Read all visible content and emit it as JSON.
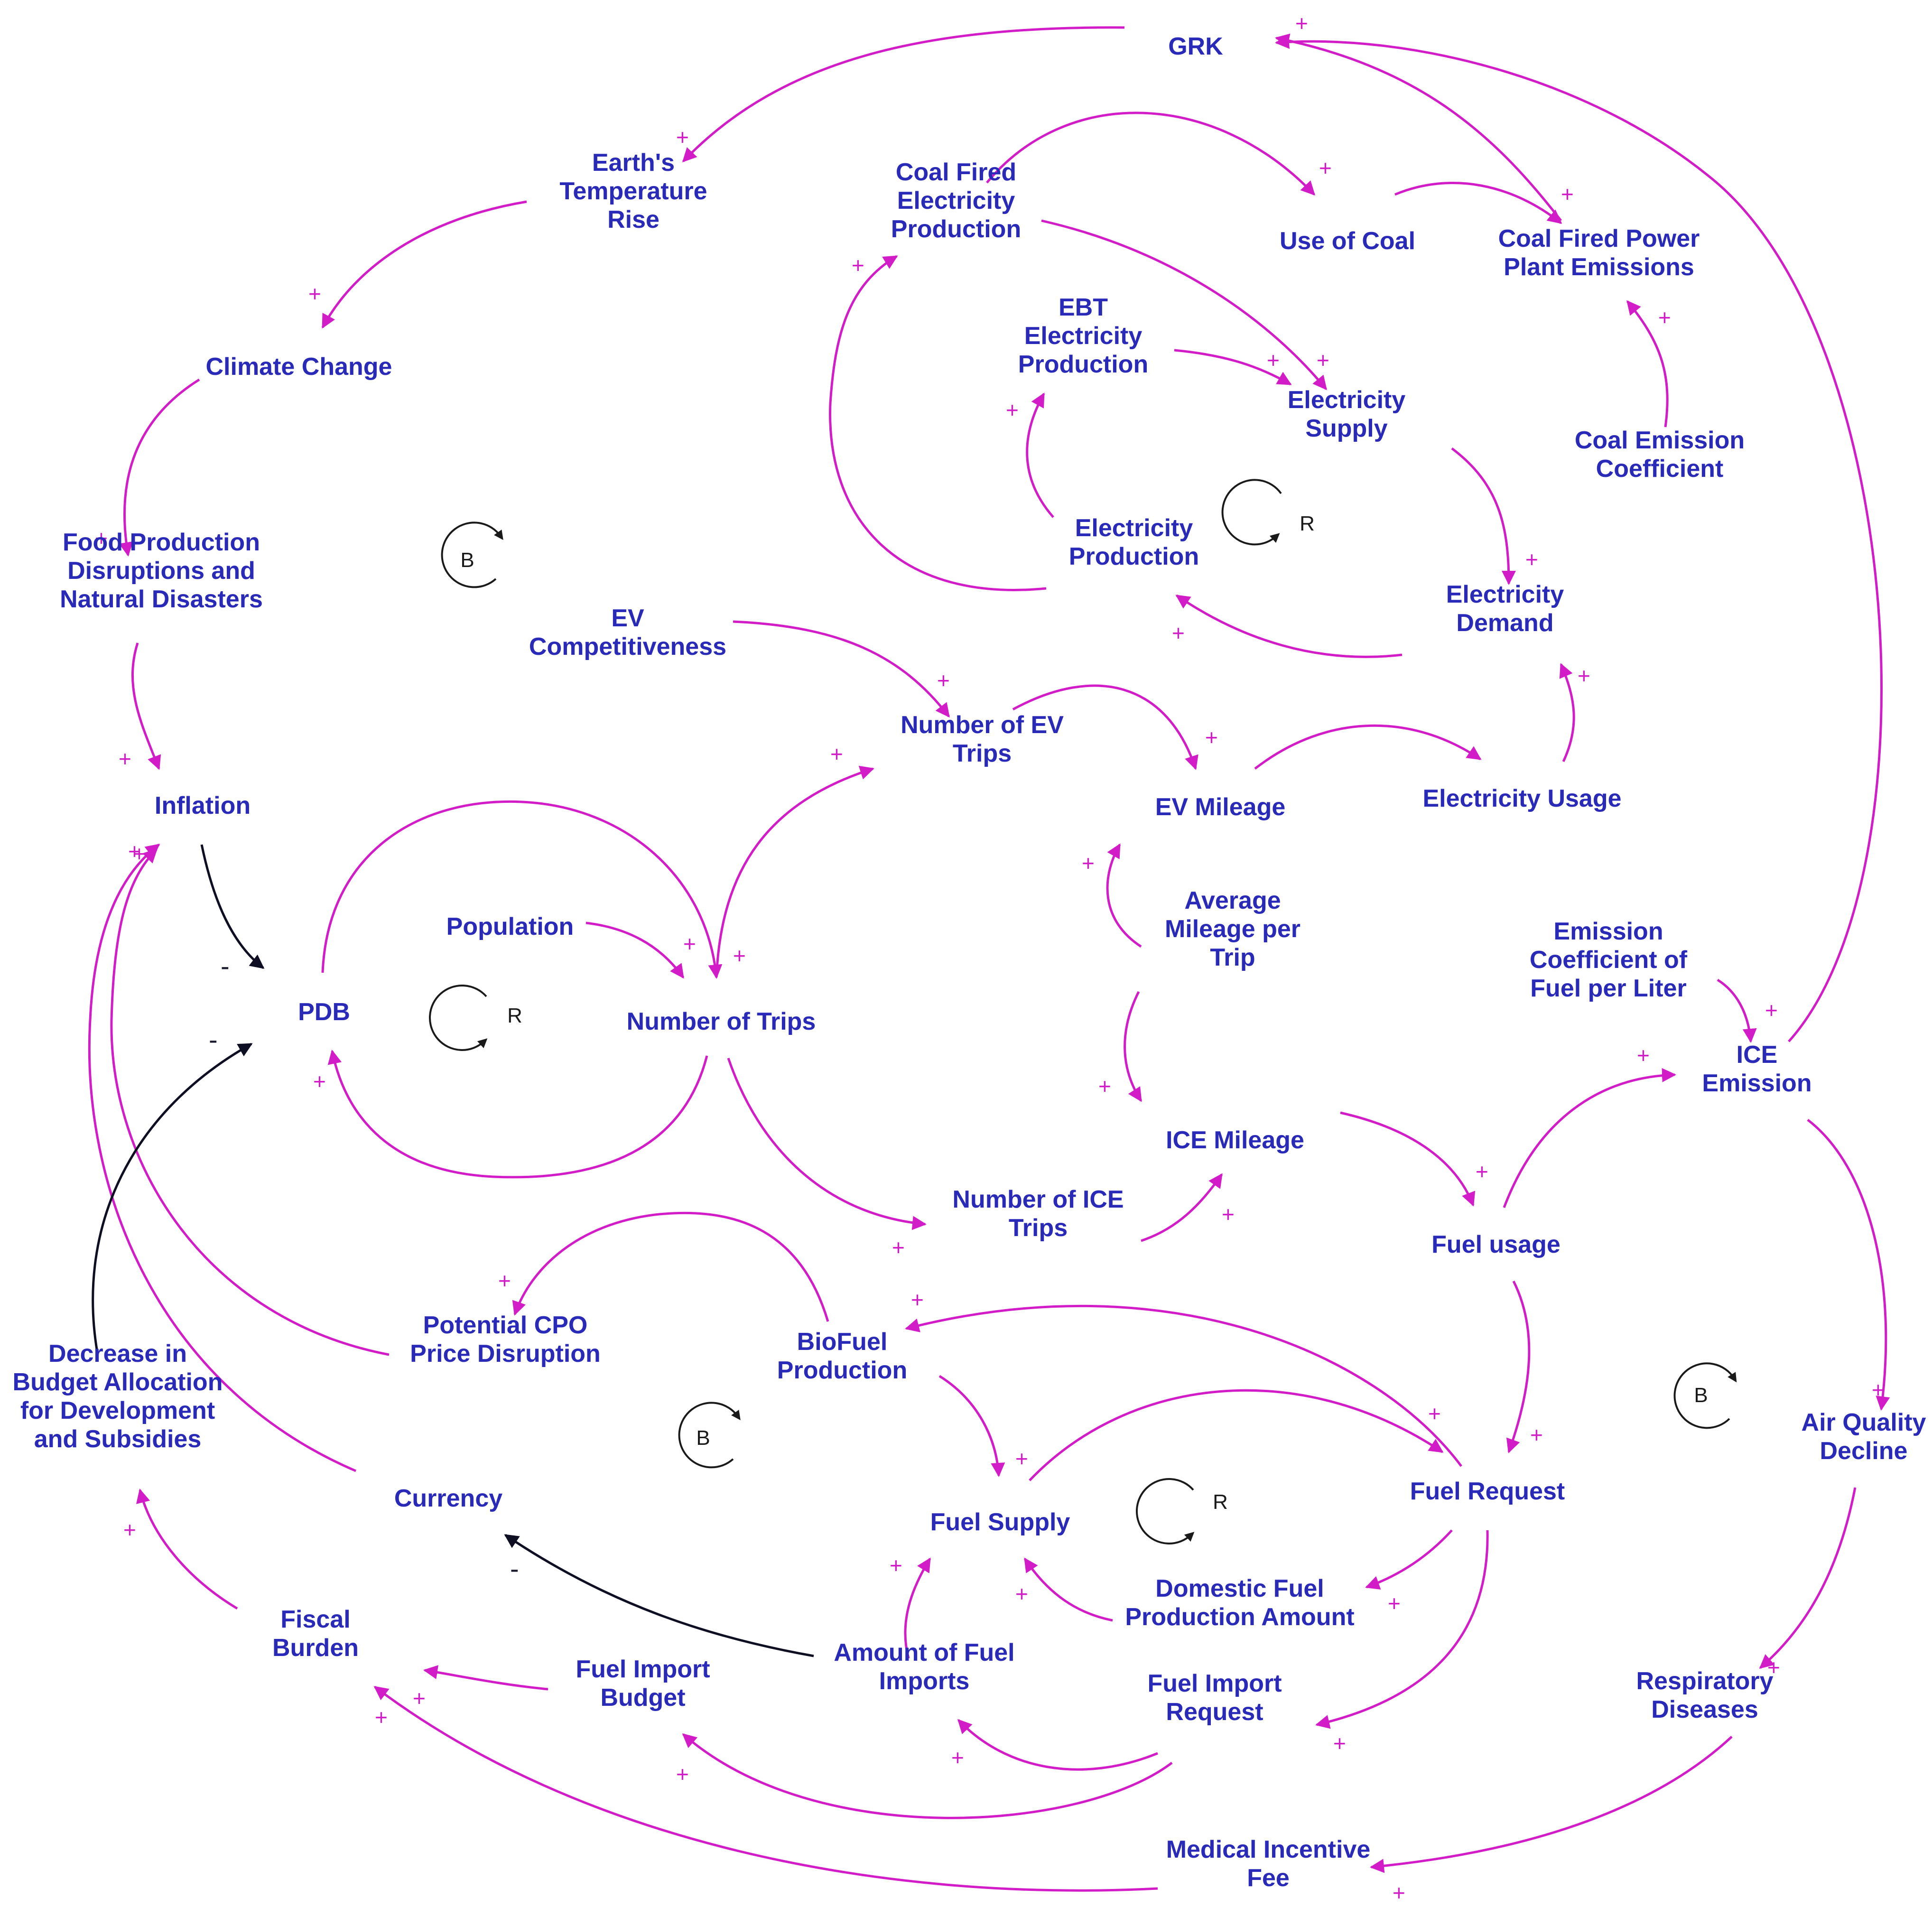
{
  "colors": {
    "node_text": "#2a2ab8",
    "positive_link": "#d21cc8",
    "negative_link": "#0f0f24",
    "loop_marker": "#1a1a1a"
  },
  "nodes": {
    "grk": {
      "lines": [
        "GRK"
      ]
    },
    "earth_temp": {
      "lines": [
        "Earth's",
        "Temperature",
        "Rise"
      ]
    },
    "climate_change": {
      "lines": [
        "Climate Change"
      ]
    },
    "food_production": {
      "lines": [
        "Food Production",
        "Disruptions and",
        "Natural Disasters"
      ]
    },
    "inflation": {
      "lines": [
        "Inflation"
      ]
    },
    "pdb": {
      "lines": [
        "PDB"
      ]
    },
    "population": {
      "lines": [
        "Population"
      ]
    },
    "number_of_trips": {
      "lines": [
        "Number of Trips"
      ]
    },
    "ev_competitiveness": {
      "lines": [
        "EV",
        "Competitiveness"
      ]
    },
    "number_ev_trips": {
      "lines": [
        "Number of EV",
        "Trips"
      ]
    },
    "ev_mileage": {
      "lines": [
        "EV Mileage"
      ]
    },
    "electricity_usage": {
      "lines": [
        "Electricity Usage"
      ]
    },
    "electricity_demand": {
      "lines": [
        "Electricity",
        "Demand"
      ]
    },
    "electricity_production": {
      "lines": [
        "Electricity",
        "Production"
      ]
    },
    "electricity_supply": {
      "lines": [
        "Electricity",
        "Supply"
      ]
    },
    "ebt_production": {
      "lines": [
        "EBT",
        "Electricity",
        "Production"
      ]
    },
    "coal_fired_production": {
      "lines": [
        "Coal Fired",
        "Electricity",
        "Production"
      ]
    },
    "use_of_coal": {
      "lines": [
        "Use of Coal"
      ]
    },
    "coal_plant_emissions": {
      "lines": [
        "Coal Fired Power",
        "Plant Emissions"
      ]
    },
    "coal_emission_coef": {
      "lines": [
        "Coal Emission",
        "Coefficient"
      ]
    },
    "avg_mileage": {
      "lines": [
        "Average",
        "Mileage per",
        "Trip"
      ]
    },
    "ice_mileage": {
      "lines": [
        "ICE Mileage"
      ]
    },
    "number_ice_trips": {
      "lines": [
        "Number of ICE",
        "Trips"
      ]
    },
    "emission_coef_fuel": {
      "lines": [
        "Emission",
        "Coefficient of",
        "Fuel per Liter"
      ]
    },
    "ice_emission": {
      "lines": [
        "ICE",
        "Emission"
      ]
    },
    "fuel_usage": {
      "lines": [
        "Fuel usage"
      ]
    },
    "air_quality": {
      "lines": [
        "Air Quality",
        "Decline"
      ]
    },
    "respiratory": {
      "lines": [
        "Respiratory",
        "Diseases"
      ]
    },
    "medical_fee": {
      "lines": [
        "Medical Incentive",
        "Fee"
      ]
    },
    "potential_cpo": {
      "lines": [
        "Potential CPO",
        "Price Disruption"
      ]
    },
    "biofuel_production": {
      "lines": [
        "BioFuel",
        "Production"
      ]
    },
    "fuel_request": {
      "lines": [
        "Fuel Request"
      ]
    },
    "fuel_supply": {
      "lines": [
        "Fuel Supply"
      ]
    },
    "domestic_fuel": {
      "lines": [
        "Domestic Fuel",
        "Production Amount"
      ]
    },
    "fuel_import_request": {
      "lines": [
        "Fuel Import",
        "Request"
      ]
    },
    "amount_fuel_imports": {
      "lines": [
        "Amount of Fuel",
        "Imports"
      ]
    },
    "fuel_import_budget": {
      "lines": [
        "Fuel Import",
        "Budget"
      ]
    },
    "fiscal_burden": {
      "lines": [
        "Fiscal",
        "Burden"
      ]
    },
    "decrease_budget": {
      "lines": [
        "Decrease in",
        "Budget Allocation",
        "for Development",
        "and Subsidies"
      ]
    },
    "currency": {
      "lines": [
        "Currency"
      ]
    }
  },
  "signs": {
    "positive": "+",
    "negative": "-"
  },
  "loops": [
    {
      "id": "b-upper-left",
      "letter": "B"
    },
    {
      "id": "r-electricity",
      "letter": "R"
    },
    {
      "id": "r-pdb",
      "letter": "R"
    },
    {
      "id": "b-biofuel",
      "letter": "B"
    },
    {
      "id": "r-fuel",
      "letter": "R"
    },
    {
      "id": "b-air",
      "letter": "B"
    }
  ]
}
